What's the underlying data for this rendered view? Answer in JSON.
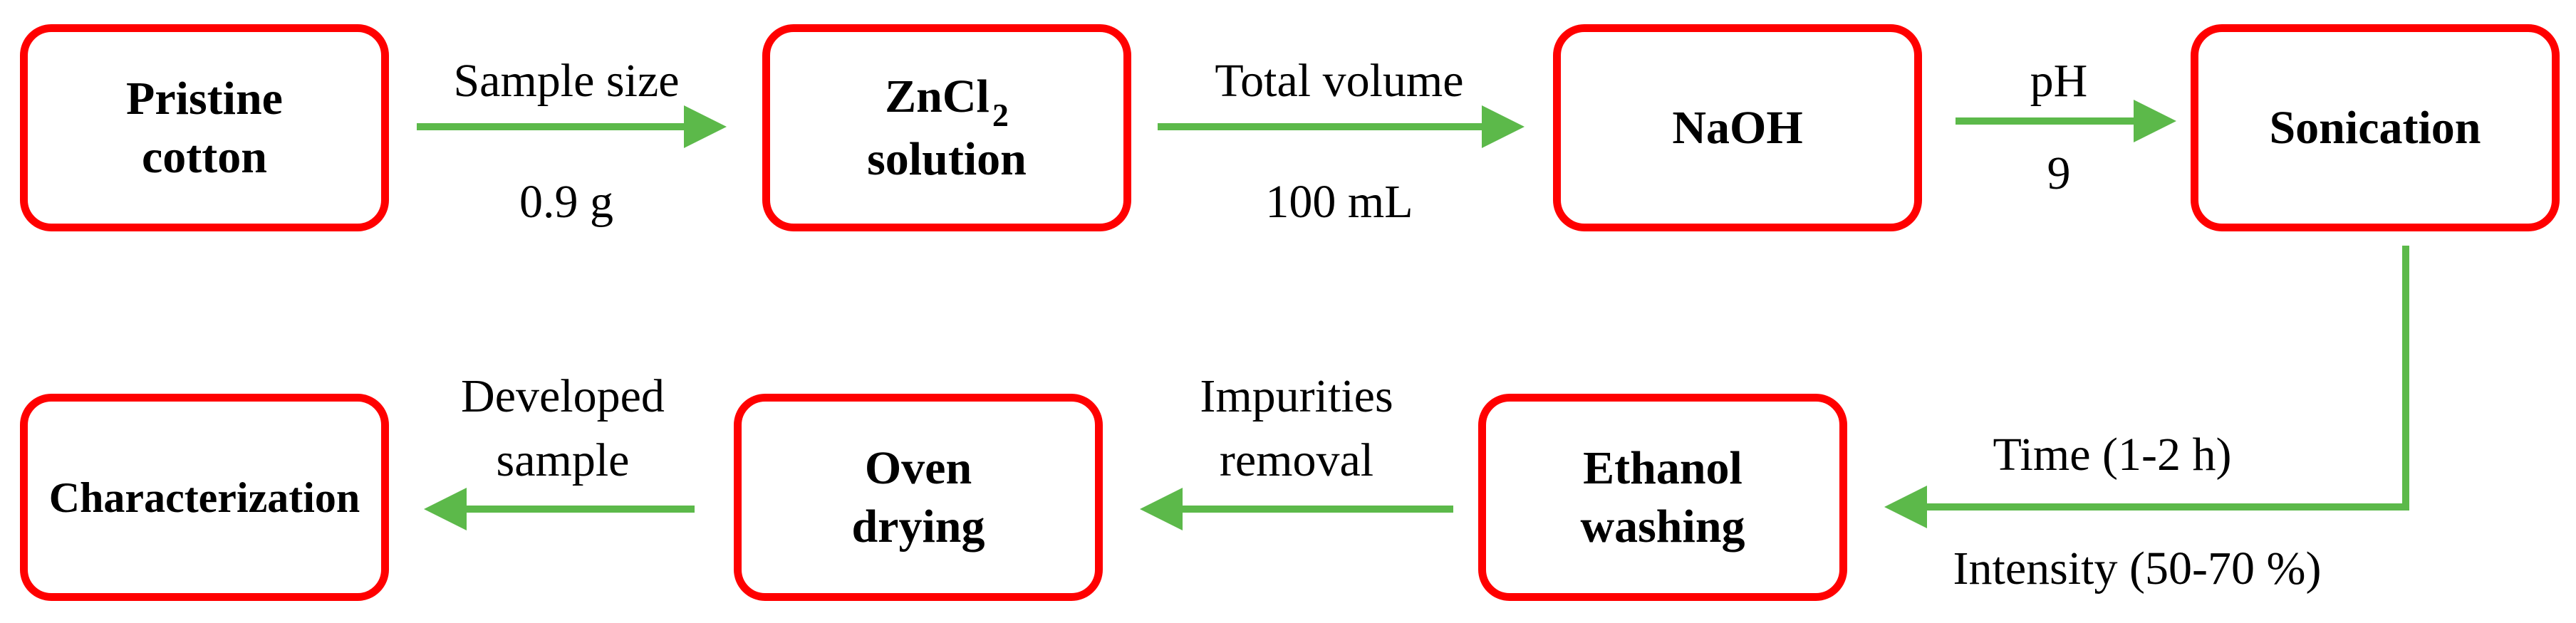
{
  "nodes": {
    "pristine_cotton": {
      "lines": [
        "Pristine",
        "cotton"
      ]
    },
    "zncl2_solution": {
      "main": "ZnCl",
      "subscript": "2",
      "line2": "solution"
    },
    "naoh": {
      "lines": [
        "NaOH"
      ]
    },
    "sonication": {
      "lines": [
        "Sonication"
      ]
    },
    "ethanol_washing": {
      "lines": [
        "Ethanol",
        "washing"
      ]
    },
    "oven_drying": {
      "lines": [
        "Oven",
        "drying"
      ]
    },
    "characterization": {
      "lines": [
        "Characterization"
      ]
    }
  },
  "edges": {
    "sample_size": {
      "top": "Sample size",
      "bottom": "0.9 g"
    },
    "total_volume": {
      "top": "Total volume",
      "bottom": "100 mL"
    },
    "ph": {
      "top": "pH",
      "bottom": "9"
    },
    "sonication_to_washing": {
      "top": "Time (1-2 h)",
      "bottom": "Intensity (50-70 %)"
    },
    "impurities": {
      "lines": [
        "Impurities",
        "removal"
      ]
    },
    "developed": {
      "lines": [
        "Developed",
        "sample"
      ]
    }
  },
  "colors": {
    "box_border": "#ff0000",
    "arrow": "#5cb94a",
    "text": "#000000"
  }
}
